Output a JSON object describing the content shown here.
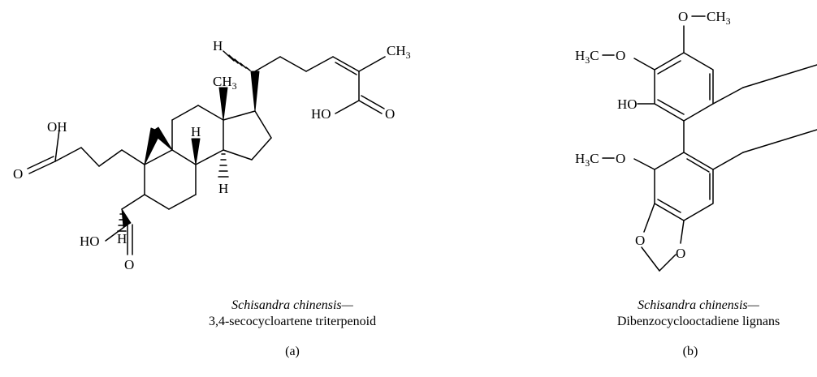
{
  "panel_a": {
    "caption_species": "Schisandra chinensis—",
    "caption_compound": "3,4-secocycloartene triterpenoid",
    "label": "(a)",
    "atoms": {
      "oh_top": "OH",
      "o_left": "O",
      "ho_bottom": "HO",
      "o_bottom": "O",
      "h_c4": "H",
      "h_c8": "H",
      "h_c14": "H",
      "h_c20": "H",
      "ch3_c18_main": "CH",
      "ch3_c18_sub": "3",
      "ch3_side_main": "CH",
      "ch3_side_sub": "3",
      "ho_side": "HO",
      "o_side": "O"
    }
  },
  "panel_b": {
    "caption_species": "Schisandra chinensis—",
    "caption_compound": "Dibenzocyclooctadiene lignans",
    "label": "(b)",
    "atoms": {
      "o_top": "O",
      "ch3_top_main": "CH",
      "ch3_top_sub": "3",
      "h3c_upper_h": "H",
      "h3c_upper_sub": "3",
      "h3c_upper_c": "C",
      "o_upper": "O",
      "ho": "HO",
      "h3c_lower_h": "H",
      "h3c_lower_sub": "3",
      "h3c_lower_c": "C",
      "o_lower": "O",
      "o_ring_left": "O",
      "o_ring_bottom": "O"
    }
  }
}
